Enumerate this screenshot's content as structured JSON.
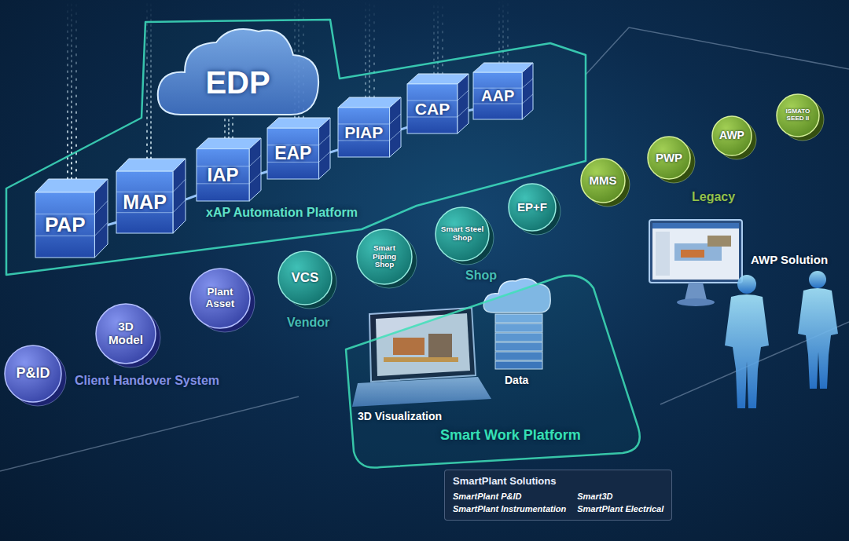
{
  "diagram": {
    "nodes": [
      {
        "text": [
          "xAP Automation Platform"
        ]
      },
      {
        "text": [
          "EDP"
        ],
        "in": 0
      },
      {
        "text": [
          "PAP"
        ],
        "in": 0
      },
      {
        "text": [
          "MAP"
        ],
        "in": 0
      },
      {
        "text": [
          "IAP"
        ],
        "in": 0
      },
      {
        "text": [
          "EAP"
        ],
        "in": 0
      },
      {
        "text": [
          "PIAP"
        ],
        "in": 0
      },
      {
        "text": [
          "CAP"
        ],
        "in": 0
      },
      {
        "text": [
          "AAP"
        ],
        "in": 0
      },
      {
        "text": [
          "P&ID"
        ]
      },
      {
        "text": [
          "3D Model"
        ]
      },
      {
        "text": [
          "Plant Asset"
        ]
      },
      {
        "text": [
          "VCS"
        ]
      },
      {
        "text": [
          "Smart Piping Shop"
        ]
      },
      {
        "text": [
          "Smart Steel Shop"
        ]
      },
      {
        "text": [
          "EP+F"
        ]
      },
      {
        "text": [
          "MMS"
        ]
      },
      {
        "text": [
          "PWP"
        ]
      },
      {
        "text": [
          "AWP"
        ]
      },
      {
        "text": [
          "ISMATO SEED II"
        ]
      },
      {
        "text": [
          "Smart Work Platform"
        ]
      },
      {
        "text": [
          "SmartPlant Solutions",
          "SmartPlant P&ID",
          "Smart3D",
          "SmartPlant Instrumentation",
          "SmartPlant Electrical"
        ]
      }
    ],
    "edges": [
      {
        "from": 2,
        "to": 3,
        "arrow": "none"
      },
      {
        "from": 3,
        "to": 4,
        "arrow": "none"
      },
      {
        "from": 4,
        "to": 5,
        "arrow": "none"
      },
      {
        "from": 5,
        "to": 6,
        "arrow": "none"
      },
      {
        "from": 6,
        "to": 7,
        "arrow": "none"
      },
      {
        "from": 7,
        "to": 8,
        "arrow": "none"
      }
    ],
    "labels": [
      "Client Handover System",
      "Vendor",
      "Shop",
      "Legacy",
      "3D Visualization",
      "Data",
      "AWP Solution"
    ]
  }
}
